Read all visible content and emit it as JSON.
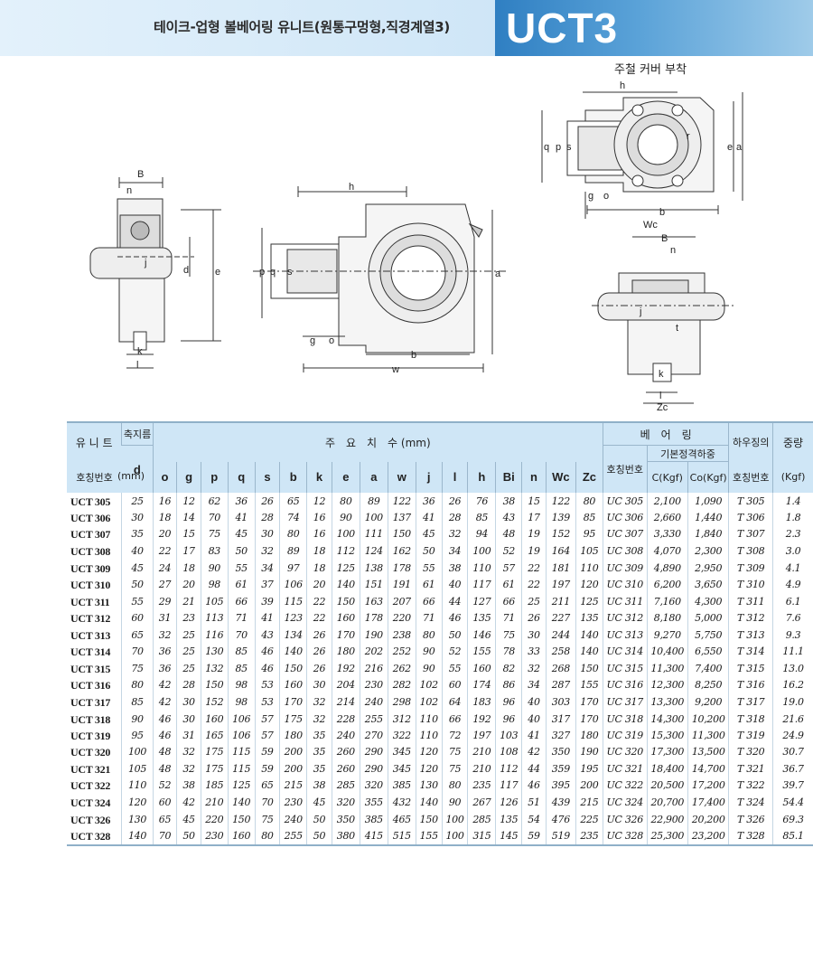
{
  "header": {
    "title": "테이크-업형 볼베어링 유니트(원통구멍형,직경계열3)",
    "code": "UCT3"
  },
  "drawings": {
    "caption": "주철 커버 부착",
    "left_labels": [
      "B",
      "n",
      "j",
      "d",
      "e",
      "k",
      "l"
    ],
    "front_labels": [
      "h",
      "p",
      "q",
      "s",
      "a",
      "g",
      "o",
      "b",
      "w"
    ],
    "cover_labels": [
      "h",
      "q",
      "p",
      "s",
      "r",
      "e",
      "a",
      "g",
      "o",
      "b",
      "Wc"
    ],
    "cover_side_labels": [
      "B",
      "n",
      "j",
      "t",
      "k",
      "l",
      "Zc"
    ]
  },
  "table": {
    "headers": {
      "unit": "유 니 트",
      "unit2": "호칭번호",
      "shaft": "축지름",
      "d": "d",
      "mm": "(mm)",
      "dims": "주　요　치　수 (mm)",
      "cols": [
        "o",
        "g",
        "p",
        "q",
        "s",
        "b",
        "k",
        "e",
        "a",
        "w",
        "j",
        "l",
        "h",
        "Bi",
        "n",
        "Wc",
        "Zc"
      ],
      "bearing": "베　어　링",
      "bearing_no": "호칭번호",
      "load": "기본정격하중",
      "c": "C(Kgf)",
      "co": "Co(Kgf)",
      "housing": "하우징의",
      "housing2": "호칭번호",
      "weight": "중량",
      "weight2": "(Kgf)"
    },
    "groups": [
      [
        [
          "UCT 305",
          "25",
          "16",
          "12",
          "62",
          "36",
          "26",
          "65",
          "12",
          "80",
          "89",
          "122",
          "36",
          "26",
          "76",
          "38",
          "15",
          "122",
          "80",
          "UC 305",
          "2,100",
          "1,090",
          "T 305",
          "1.4"
        ],
        [
          "UCT 306",
          "30",
          "18",
          "14",
          "70",
          "41",
          "28",
          "74",
          "16",
          "90",
          "100",
          "137",
          "41",
          "28",
          "85",
          "43",
          "17",
          "139",
          "85",
          "UC 306",
          "2,660",
          "1,440",
          "T 306",
          "1.8"
        ],
        [
          "UCT 307",
          "35",
          "20",
          "15",
          "75",
          "45",
          "30",
          "80",
          "16",
          "100",
          "111",
          "150",
          "45",
          "32",
          "94",
          "48",
          "19",
          "152",
          "95",
          "UC 307",
          "3,330",
          "1,840",
          "T 307",
          "2.3"
        ]
      ],
      [
        [
          "UCT 308",
          "40",
          "22",
          "17",
          "83",
          "50",
          "32",
          "89",
          "18",
          "112",
          "124",
          "162",
          "50",
          "34",
          "100",
          "52",
          "19",
          "164",
          "105",
          "UC 308",
          "4,070",
          "2,300",
          "T 308",
          "3.0"
        ],
        [
          "UCT 309",
          "45",
          "24",
          "18",
          "90",
          "55",
          "34",
          "97",
          "18",
          "125",
          "138",
          "178",
          "55",
          "38",
          "110",
          "57",
          "22",
          "181",
          "110",
          "UC 309",
          "4,890",
          "2,950",
          "T 309",
          "4.1"
        ],
        [
          "UCT 310",
          "50",
          "27",
          "20",
          "98",
          "61",
          "37",
          "106",
          "20",
          "140",
          "151",
          "191",
          "61",
          "40",
          "117",
          "61",
          "22",
          "197",
          "120",
          "UC 310",
          "6,200",
          "3,650",
          "T 310",
          "4.9"
        ]
      ],
      [
        [
          "UCT 311",
          "55",
          "29",
          "21",
          "105",
          "66",
          "39",
          "115",
          "22",
          "150",
          "163",
          "207",
          "66",
          "44",
          "127",
          "66",
          "25",
          "211",
          "125",
          "UC 311",
          "7,160",
          "4,300",
          "T 311",
          "6.1"
        ],
        [
          "UCT 312",
          "60",
          "31",
          "23",
          "113",
          "71",
          "41",
          "123",
          "22",
          "160",
          "178",
          "220",
          "71",
          "46",
          "135",
          "71",
          "26",
          "227",
          "135",
          "UC 312",
          "8,180",
          "5,000",
          "T 312",
          "7.6"
        ],
        [
          "UCT 313",
          "65",
          "32",
          "25",
          "116",
          "70",
          "43",
          "134",
          "26",
          "170",
          "190",
          "238",
          "80",
          "50",
          "146",
          "75",
          "30",
          "244",
          "140",
          "UC 313",
          "9,270",
          "5,750",
          "T 313",
          "9.3"
        ]
      ],
      [
        [
          "UCT 314",
          "70",
          "36",
          "25",
          "130",
          "85",
          "46",
          "140",
          "26",
          "180",
          "202",
          "252",
          "90",
          "52",
          "155",
          "78",
          "33",
          "258",
          "140",
          "UC 314",
          "10,400",
          "6,550",
          "T 314",
          "11.1"
        ],
        [
          "UCT 315",
          "75",
          "36",
          "25",
          "132",
          "85",
          "46",
          "150",
          "26",
          "192",
          "216",
          "262",
          "90",
          "55",
          "160",
          "82",
          "32",
          "268",
          "150",
          "UC 315",
          "11,300",
          "7,400",
          "T 315",
          "13.0"
        ],
        [
          "UCT 316",
          "80",
          "42",
          "28",
          "150",
          "98",
          "53",
          "160",
          "30",
          "204",
          "230",
          "282",
          "102",
          "60",
          "174",
          "86",
          "34",
          "287",
          "155",
          "UC 316",
          "12,300",
          "8,250",
          "T 316",
          "16.2"
        ]
      ],
      [
        [
          "UCT 317",
          "85",
          "42",
          "30",
          "152",
          "98",
          "53",
          "170",
          "32",
          "214",
          "240",
          "298",
          "102",
          "64",
          "183",
          "96",
          "40",
          "303",
          "170",
          "UC 317",
          "13,300",
          "9,200",
          "T 317",
          "19.0"
        ],
        [
          "UCT 318",
          "90",
          "46",
          "30",
          "160",
          "106",
          "57",
          "175",
          "32",
          "228",
          "255",
          "312",
          "110",
          "66",
          "192",
          "96",
          "40",
          "317",
          "170",
          "UC 318",
          "14,300",
          "10,200",
          "T 318",
          "21.6"
        ],
        [
          "UCT 319",
          "95",
          "46",
          "31",
          "165",
          "106",
          "57",
          "180",
          "35",
          "240",
          "270",
          "322",
          "110",
          "72",
          "197",
          "103",
          "41",
          "327",
          "180",
          "UC 319",
          "15,300",
          "11,300",
          "T 319",
          "24.9"
        ]
      ],
      [
        [
          "UCT 320",
          "100",
          "48",
          "32",
          "175",
          "115",
          "59",
          "200",
          "35",
          "260",
          "290",
          "345",
          "120",
          "75",
          "210",
          "108",
          "42",
          "350",
          "190",
          "UC 320",
          "17,300",
          "13,500",
          "T 320",
          "30.7"
        ],
        [
          "UCT 321",
          "105",
          "48",
          "32",
          "175",
          "115",
          "59",
          "200",
          "35",
          "260",
          "290",
          "345",
          "120",
          "75",
          "210",
          "112",
          "44",
          "359",
          "195",
          "UC 321",
          "18,400",
          "14,700",
          "T 321",
          "36.7"
        ],
        [
          "UCT 322",
          "110",
          "52",
          "38",
          "185",
          "125",
          "65",
          "215",
          "38",
          "285",
          "320",
          "385",
          "130",
          "80",
          "235",
          "117",
          "46",
          "395",
          "200",
          "UC 322",
          "20,500",
          "17,200",
          "T 322",
          "39.7"
        ]
      ],
      [
        [
          "UCT 324",
          "120",
          "60",
          "42",
          "210",
          "140",
          "70",
          "230",
          "45",
          "320",
          "355",
          "432",
          "140",
          "90",
          "267",
          "126",
          "51",
          "439",
          "215",
          "UC 324",
          "20,700",
          "17,400",
          "T 324",
          "54.4"
        ],
        [
          "UCT 326",
          "130",
          "65",
          "45",
          "220",
          "150",
          "75",
          "240",
          "50",
          "350",
          "385",
          "465",
          "150",
          "100",
          "285",
          "135",
          "54",
          "476",
          "225",
          "UC 326",
          "22,900",
          "20,200",
          "T 326",
          "69.3"
        ],
        [
          "UCT 328",
          "140",
          "70",
          "50",
          "230",
          "160",
          "80",
          "255",
          "50",
          "380",
          "415",
          "515",
          "155",
          "100",
          "315",
          "145",
          "59",
          "519",
          "235",
          "UC 328",
          "25,300",
          "23,200",
          "T 328",
          "85.1"
        ]
      ]
    ]
  }
}
